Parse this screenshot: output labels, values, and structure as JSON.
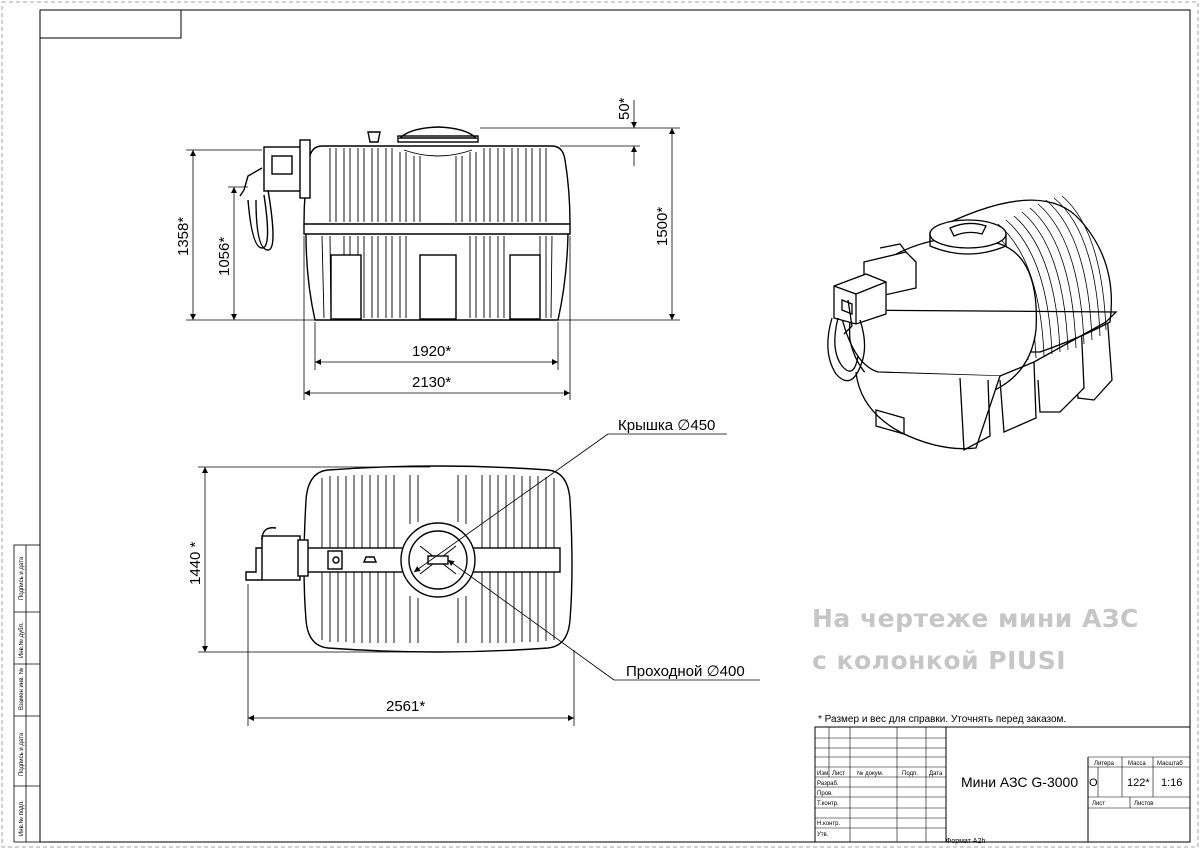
{
  "drawing": {
    "front_view": {
      "dim_height_total": "1358*",
      "dim_height_column": "1056*",
      "dim_height_tank": "1500*",
      "dim_lid": "50*",
      "dim_width_inner": "1920*",
      "dim_width_outer": "2130*"
    },
    "top_view": {
      "dim_width": "1440 *",
      "dim_length": "2561*",
      "callout_lid": "Крышка ∅450",
      "callout_passage": "Проходной ∅400"
    },
    "watermark_line1": "На чертеже мини АЗС",
    "watermark_line2": "с колонкой PIUSI"
  },
  "note": "* Размер и вес для справки. Уточнять перед заказом.",
  "title_block": {
    "product_name": "Мини АЗС G-3000",
    "col_litera": "Литера",
    "col_mass": "Масса",
    "col_scale": "Масштаб",
    "litera_value": "О",
    "mass_value": "122*",
    "scale_value": "1:16",
    "sheet_label": "Лист",
    "sheets_label": "Листов",
    "headers": [
      "Изм.",
      "Лист",
      "№ докум.",
      "Подп.",
      "Дата"
    ],
    "row_labels": [
      "Разраб.",
      "Пров.",
      "Т.контр.",
      "Н.контр.",
      "Утв."
    ],
    "format": "Формат A2h"
  },
  "margin_stamp": [
    "Подпись и дата",
    "Инв.№ дубл.",
    "Взамен инв. №",
    "Подпись и дата",
    "Инв.№ подл."
  ]
}
